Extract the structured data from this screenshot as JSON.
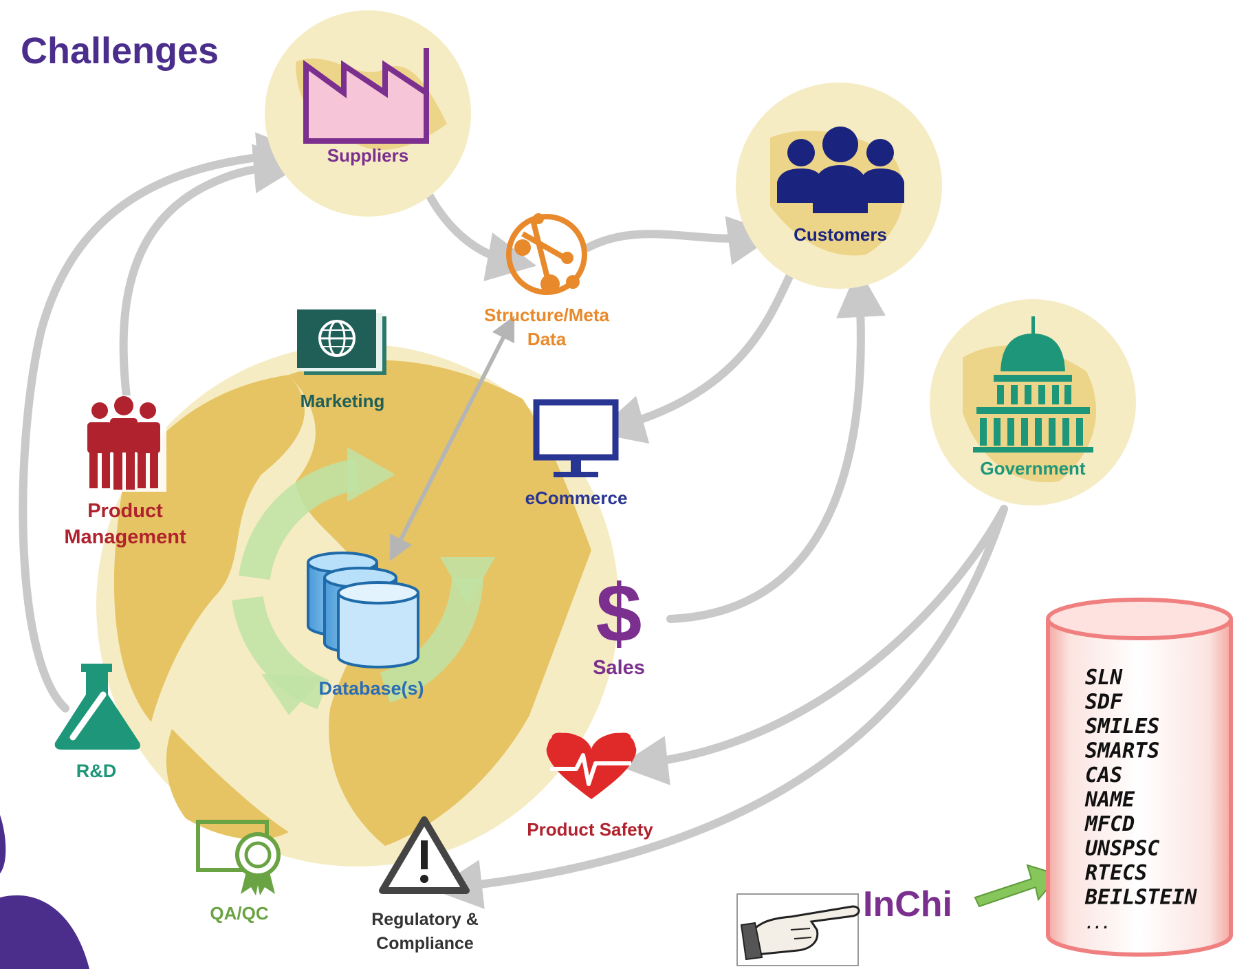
{
  "title": "Challenges",
  "nodes": {
    "suppliers": "Suppliers",
    "customers": "Customers",
    "government": "Government",
    "structure_line1": "Structure/Meta",
    "structure_line2": "Data",
    "marketing": "Marketing",
    "ecommerce": "eCommerce",
    "product_mgmt_line1": "Product",
    "product_mgmt_line2": "Management",
    "database": "Database(s)",
    "sales": "Sales",
    "rnd": "R&D",
    "product_safety": "Product Safety",
    "qaqc": "QA/QC",
    "regulatory_line1": "Regulatory &",
    "regulatory_line2": "Compliance",
    "inchi": "InChi"
  },
  "identifiers": [
    "SLN",
    "SDF",
    "SMILES",
    "SMARTS",
    "CAS",
    "NAME",
    "MFCD",
    "UNSPSC",
    "RTECS",
    "BEILSTEIN",
    "..."
  ],
  "icons": [
    "factory-icon",
    "network-gear-icon",
    "people-icon",
    "capitol-icon",
    "globe-book-icon",
    "monitor-icon",
    "team-icon",
    "database-icon",
    "recycle-arrows-icon",
    "dollar-icon",
    "flask-icon",
    "heart-pulse-icon",
    "certificate-icon",
    "warning-icon",
    "pointing-hand-icon",
    "cylinder-icon"
  ],
  "colors": {
    "title": "#4b2d8c",
    "suppliers": "#7b2f8e",
    "customers": "#1a237e",
    "government": "#1e9679",
    "structure": "#e8892b",
    "marketing": "#1f5f58",
    "ecommerce": "#283593",
    "product_mgmt": "#b0222d",
    "database": "#2a6db5",
    "sales": "#7b2f8e",
    "rnd": "#1e9679",
    "product_safety": "#b0222d",
    "qaqc": "#6aa343",
    "regulatory": "#333333",
    "inchi": "#7b2f8e",
    "arrow": "#c9c9c9",
    "globe": "#e9c86a",
    "cylinder": "#f08080"
  }
}
